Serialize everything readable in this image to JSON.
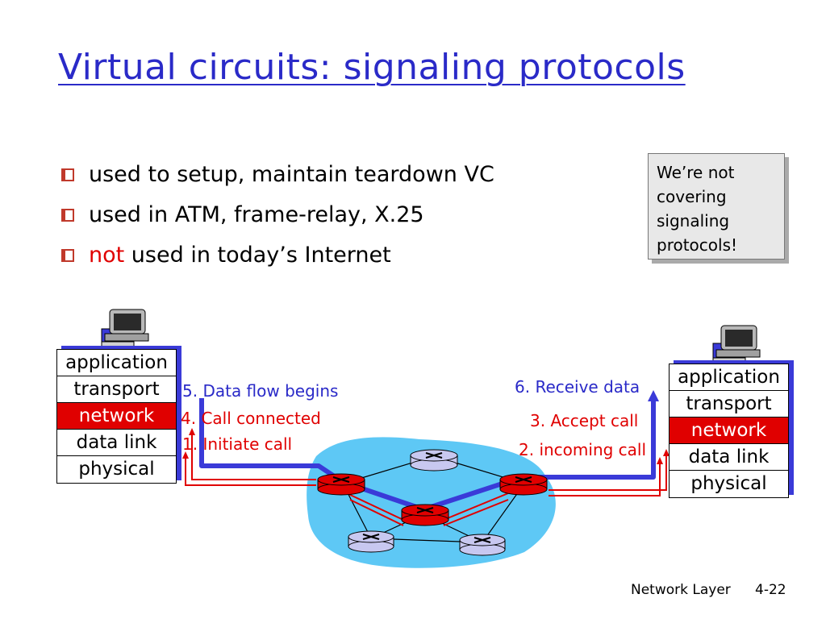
{
  "title": "Virtual circuits: signaling protocols",
  "bullets": [
    {
      "text": "used to setup, maintain  teardown VC"
    },
    {
      "text": "used in ATM, frame-relay, X.25"
    },
    {
      "emph": "not",
      "text": " used in today’s Internet"
    }
  ],
  "note": "We’re not\ncovering\nsignaling\nprotocols!",
  "left_stack": {
    "layers": [
      "application",
      "transport",
      "network",
      "data link",
      "physical"
    ],
    "highlight": "network"
  },
  "right_stack": {
    "layers": [
      "application",
      "transport",
      "network",
      "data link",
      "physical"
    ],
    "highlight": "network"
  },
  "steps": {
    "s1": "1. Initiate call",
    "s2": "2. incoming call",
    "s3": "3. Accept call",
    "s4": "4. Call connected",
    "s5": "5. Data flow begins",
    "s6": "6. Receive data"
  },
  "colors": {
    "title": "#2a2ac8",
    "signaling": "#e00000",
    "data_flow": "#3a3ad8",
    "network_cloud": "#5ec8f5",
    "vc_router": "#e00000",
    "other_router": "#c8c8f0"
  },
  "footer": {
    "left": "Network Layer",
    "right": "4-22"
  }
}
